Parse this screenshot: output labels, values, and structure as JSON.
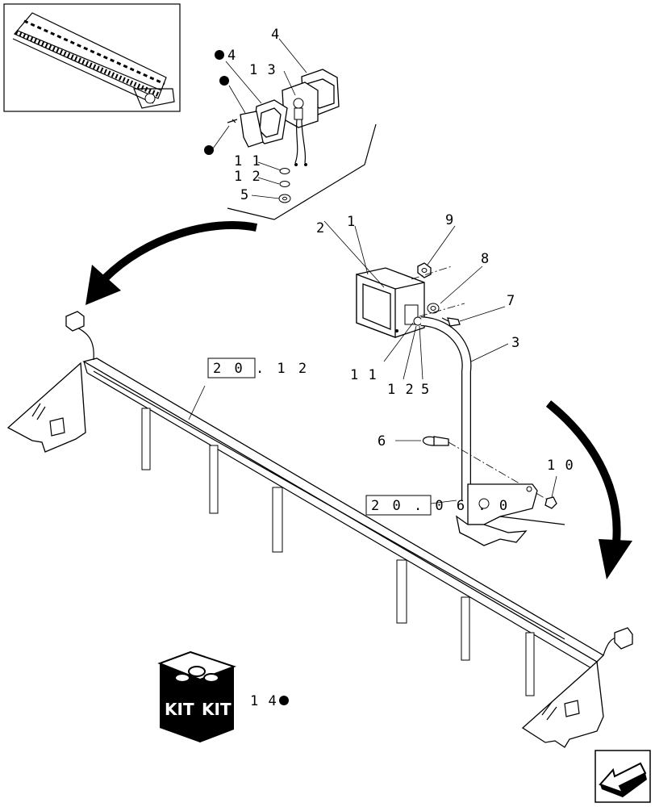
{
  "callouts": {
    "c1": "1",
    "c2": "2",
    "c3": "3",
    "c4_top": "4",
    "c4_bullet": "4",
    "c5_upper": "5",
    "c5_lower": "5",
    "c6": "6",
    "c7": "7",
    "c8": "8",
    "c9": "9",
    "c10": "1 0",
    "c11_upper": "1 1",
    "c11_lower": "1 1",
    "c12_upper": "1 2",
    "c12_lower": "1 2",
    "c13": "1 3",
    "c14": "1 4"
  },
  "refs": {
    "ref_upper": "2 0 . 1 2",
    "ref_lower": "2 0 . 0 6 . 0"
  },
  "kit": {
    "label_left": "KIT",
    "label_right": "KIT"
  }
}
